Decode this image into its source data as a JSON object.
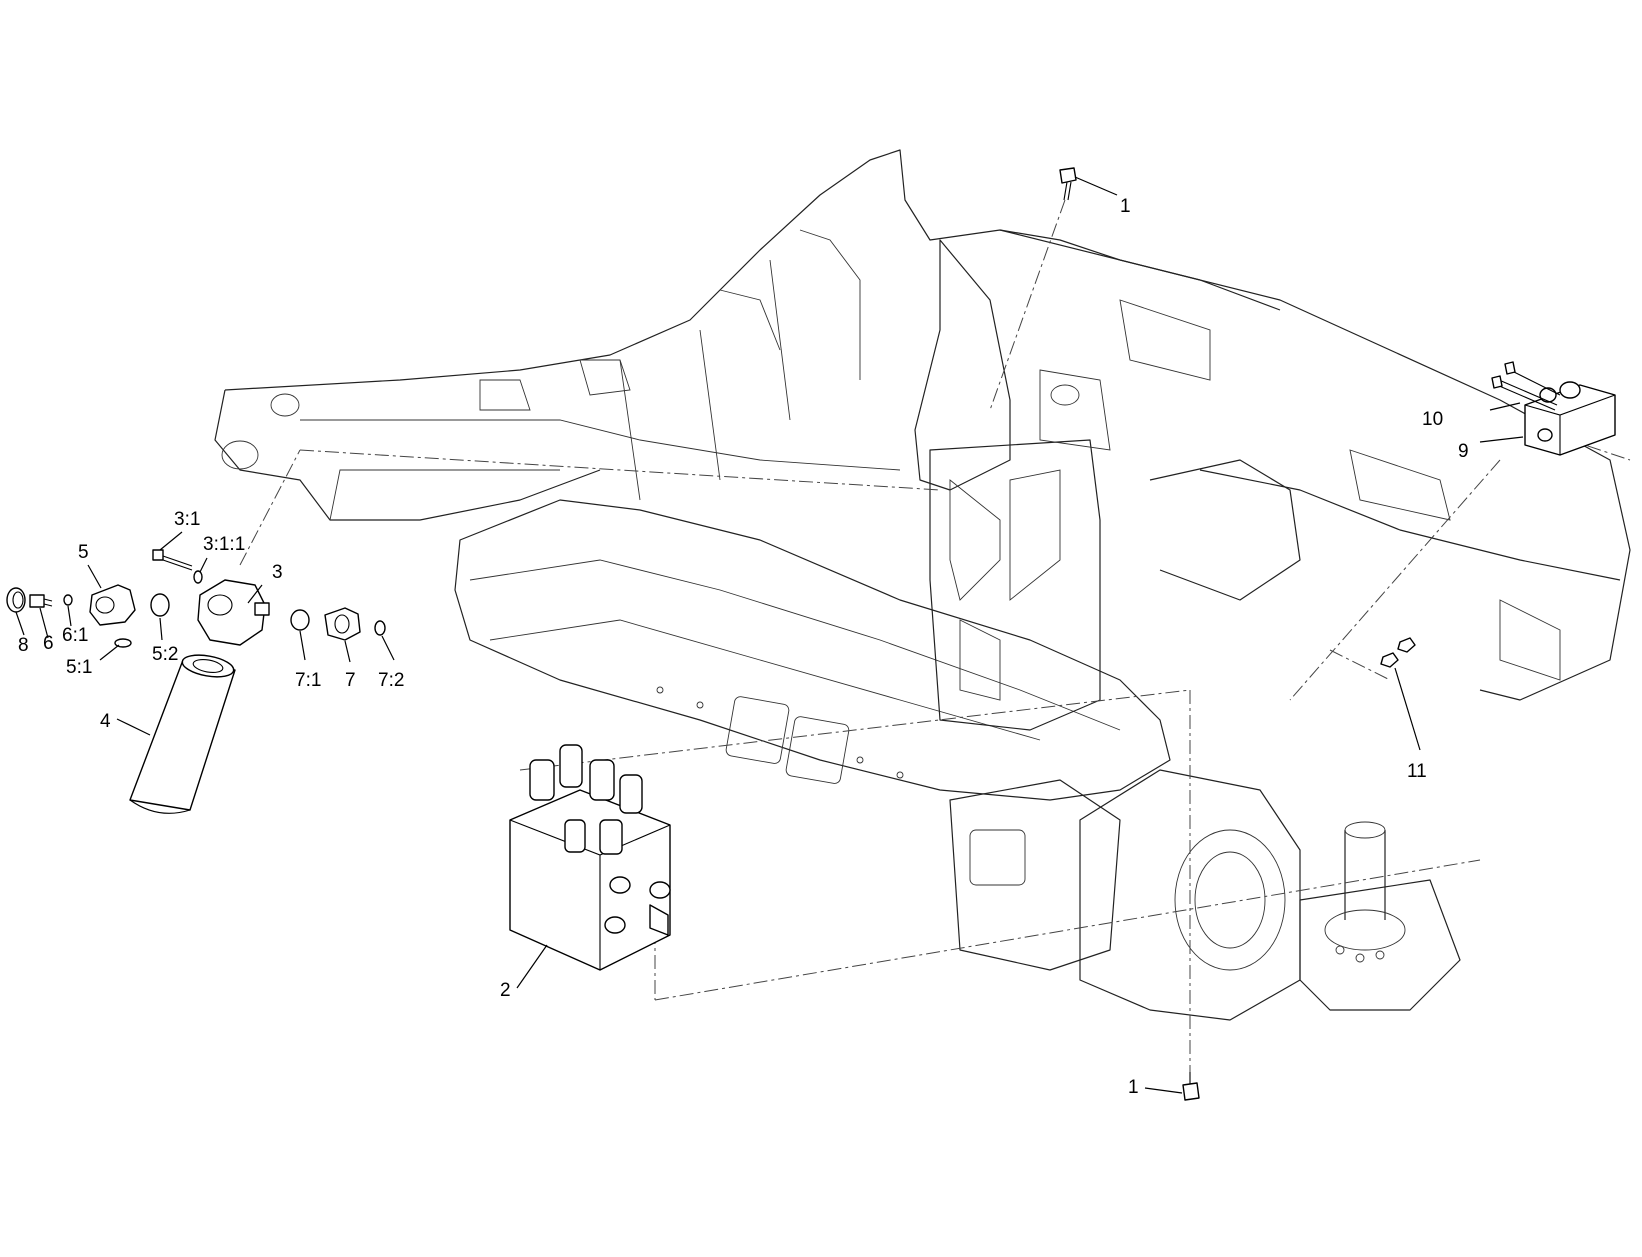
{
  "callouts": [
    {
      "id": "c1-top",
      "text": "1"
    },
    {
      "id": "c1-bottom",
      "text": "1"
    },
    {
      "id": "c2",
      "text": "2"
    },
    {
      "id": "c3",
      "text": "3"
    },
    {
      "id": "c3-1",
      "text": "3:1"
    },
    {
      "id": "c3-1-1",
      "text": "3:1:1"
    },
    {
      "id": "c4",
      "text": "4"
    },
    {
      "id": "c5",
      "text": "5"
    },
    {
      "id": "c5-1",
      "text": "5:1"
    },
    {
      "id": "c5-2",
      "text": "5:2"
    },
    {
      "id": "c6",
      "text": "6"
    },
    {
      "id": "c6-1",
      "text": "6:1"
    },
    {
      "id": "c7",
      "text": "7"
    },
    {
      "id": "c7-1",
      "text": "7:1"
    },
    {
      "id": "c7-2",
      "text": "7:2"
    },
    {
      "id": "c8",
      "text": "8"
    },
    {
      "id": "c9",
      "text": "9"
    },
    {
      "id": "c10",
      "text": "10"
    },
    {
      "id": "c11",
      "text": "11"
    }
  ]
}
